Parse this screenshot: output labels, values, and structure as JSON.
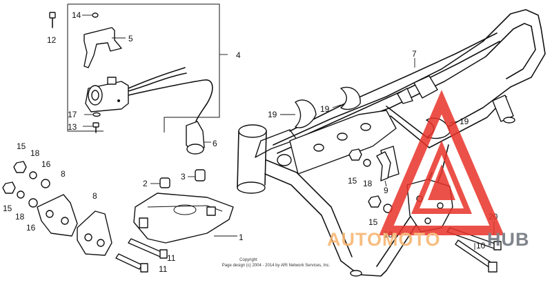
{
  "diagram": {
    "callouts": {
      "c1": "1",
      "c2": "2",
      "c3": "3",
      "c4": "4",
      "c5": "5",
      "c6": "6",
      "c7": "7",
      "c8a": "8",
      "c8b": "8",
      "c9": "9",
      "c10": "10",
      "c11a": "11",
      "c11b": "11",
      "c12": "12",
      "c13": "13",
      "c14": "14",
      "c15a": "15",
      "c15b": "15",
      "c15c": "15",
      "c15d": "15",
      "c16a": "16",
      "c16b": "16",
      "c17": "17",
      "c18a": "18",
      "c18b": "18",
      "c18c": "18",
      "c18d": "18",
      "c19a": "19",
      "c19b": "19",
      "c19c": "19",
      "c20": "20"
    },
    "copyright_line1": "Copyright",
    "copyright_line2": "Page design (c) 2004 - 2014 by ARI Network Services, Inc."
  },
  "watermark": {
    "part1": "AUTOMOTO",
    "part2": "HUB",
    "colors": {
      "triangle": "#e8332a",
      "text_orange": "#f6b26b",
      "text_gray": "#6a6f78"
    }
  }
}
